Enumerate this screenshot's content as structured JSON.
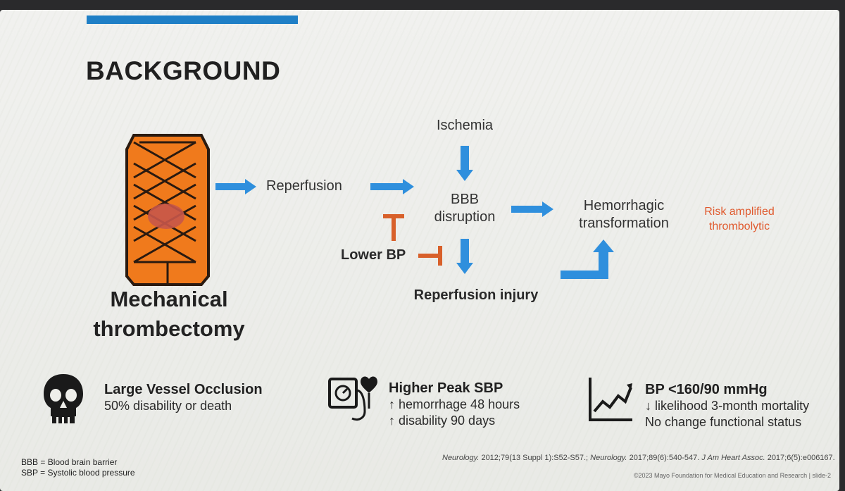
{
  "slide": {
    "title": "BACKGROUND",
    "diagram": {
      "reperfusion": "Reperfusion",
      "ischemia": "Ischemia",
      "bbb_line1": "BBB",
      "bbb_line2": "disruption",
      "lower_bp": "Lower BP",
      "reperfusion_injury": "Reperfusion injury",
      "hemorrhagic_line1": "Hemorrhagic",
      "hemorrhagic_line2": "transformation",
      "risk_line1": "Risk amplified",
      "risk_line2": "thrombolytic",
      "mechanical_line1": "Mechanical",
      "mechanical_line2": "thrombectomy"
    },
    "facts": [
      {
        "icon": "skull-icon",
        "title": "Large Vessel Occlusion",
        "lines": [
          "50% disability or death"
        ]
      },
      {
        "icon": "blood-pressure-monitor-icon",
        "title": "Higher Peak SBP",
        "lines": [
          "↑ hemorrhage 48 hours",
          "↑ disability 90 days"
        ]
      },
      {
        "icon": "trend-chart-icon",
        "title": "BP <160/90 mmHg",
        "lines": [
          "↓ likelihood 3-month mortality",
          "No change functional status"
        ]
      }
    ],
    "footnotes": [
      "BBB = Blood brain barrier",
      "SBP = Systolic blood pressure"
    ],
    "references": {
      "j1": "Neurology.",
      "r1": " 2012;79(13 Suppl 1):S52-S57.; ",
      "j2": "Neurology.",
      "r2": " 2017;89(6):540-547. ",
      "j3": "J Am Heart Assoc.",
      "r3": " 2017;6(5):e006167."
    },
    "copyright": "©2023 Mayo Foundation for Medical Education and Research  |  slide-2",
    "colors": {
      "accent_blue": "#2f8fdd",
      "inhibit_orange": "#d8602a",
      "stent_orange": "#f07a1c",
      "risk_red": "#e05a2e"
    }
  }
}
